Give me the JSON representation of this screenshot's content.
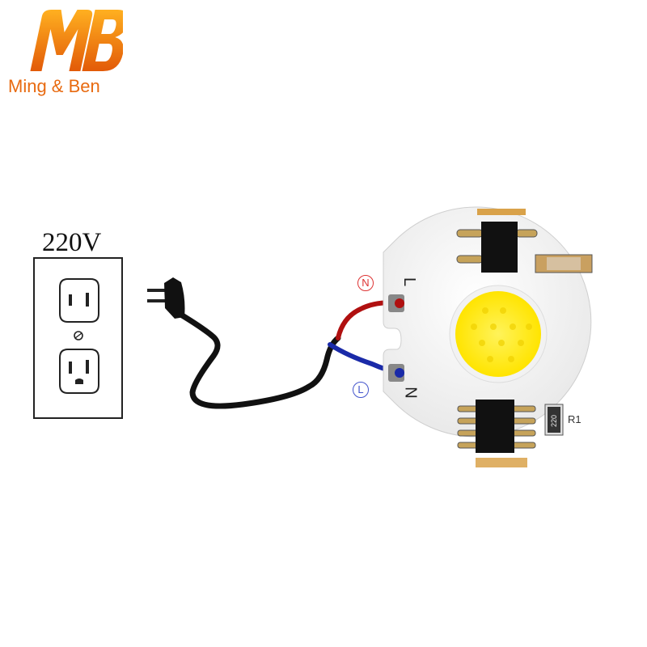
{
  "brand": {
    "logo_text": "Ming & Ben",
    "logo_mark": "MB",
    "logo_color": "#e86a10"
  },
  "outlet": {
    "voltage_label": "220V"
  },
  "module": {
    "circle_labels": {
      "top": "N",
      "bottom": "L"
    },
    "terminal_labels": {
      "top": "L",
      "bottom": "N"
    },
    "resistor_ref": "R1",
    "resistor_code": "220"
  },
  "colors": {
    "wire_red": "#b01010",
    "wire_blue": "#1a2aa8",
    "cable": "#111111",
    "led_yellow": "#ffe800",
    "label_red": "#d33",
    "label_blue": "#4455cc"
  }
}
